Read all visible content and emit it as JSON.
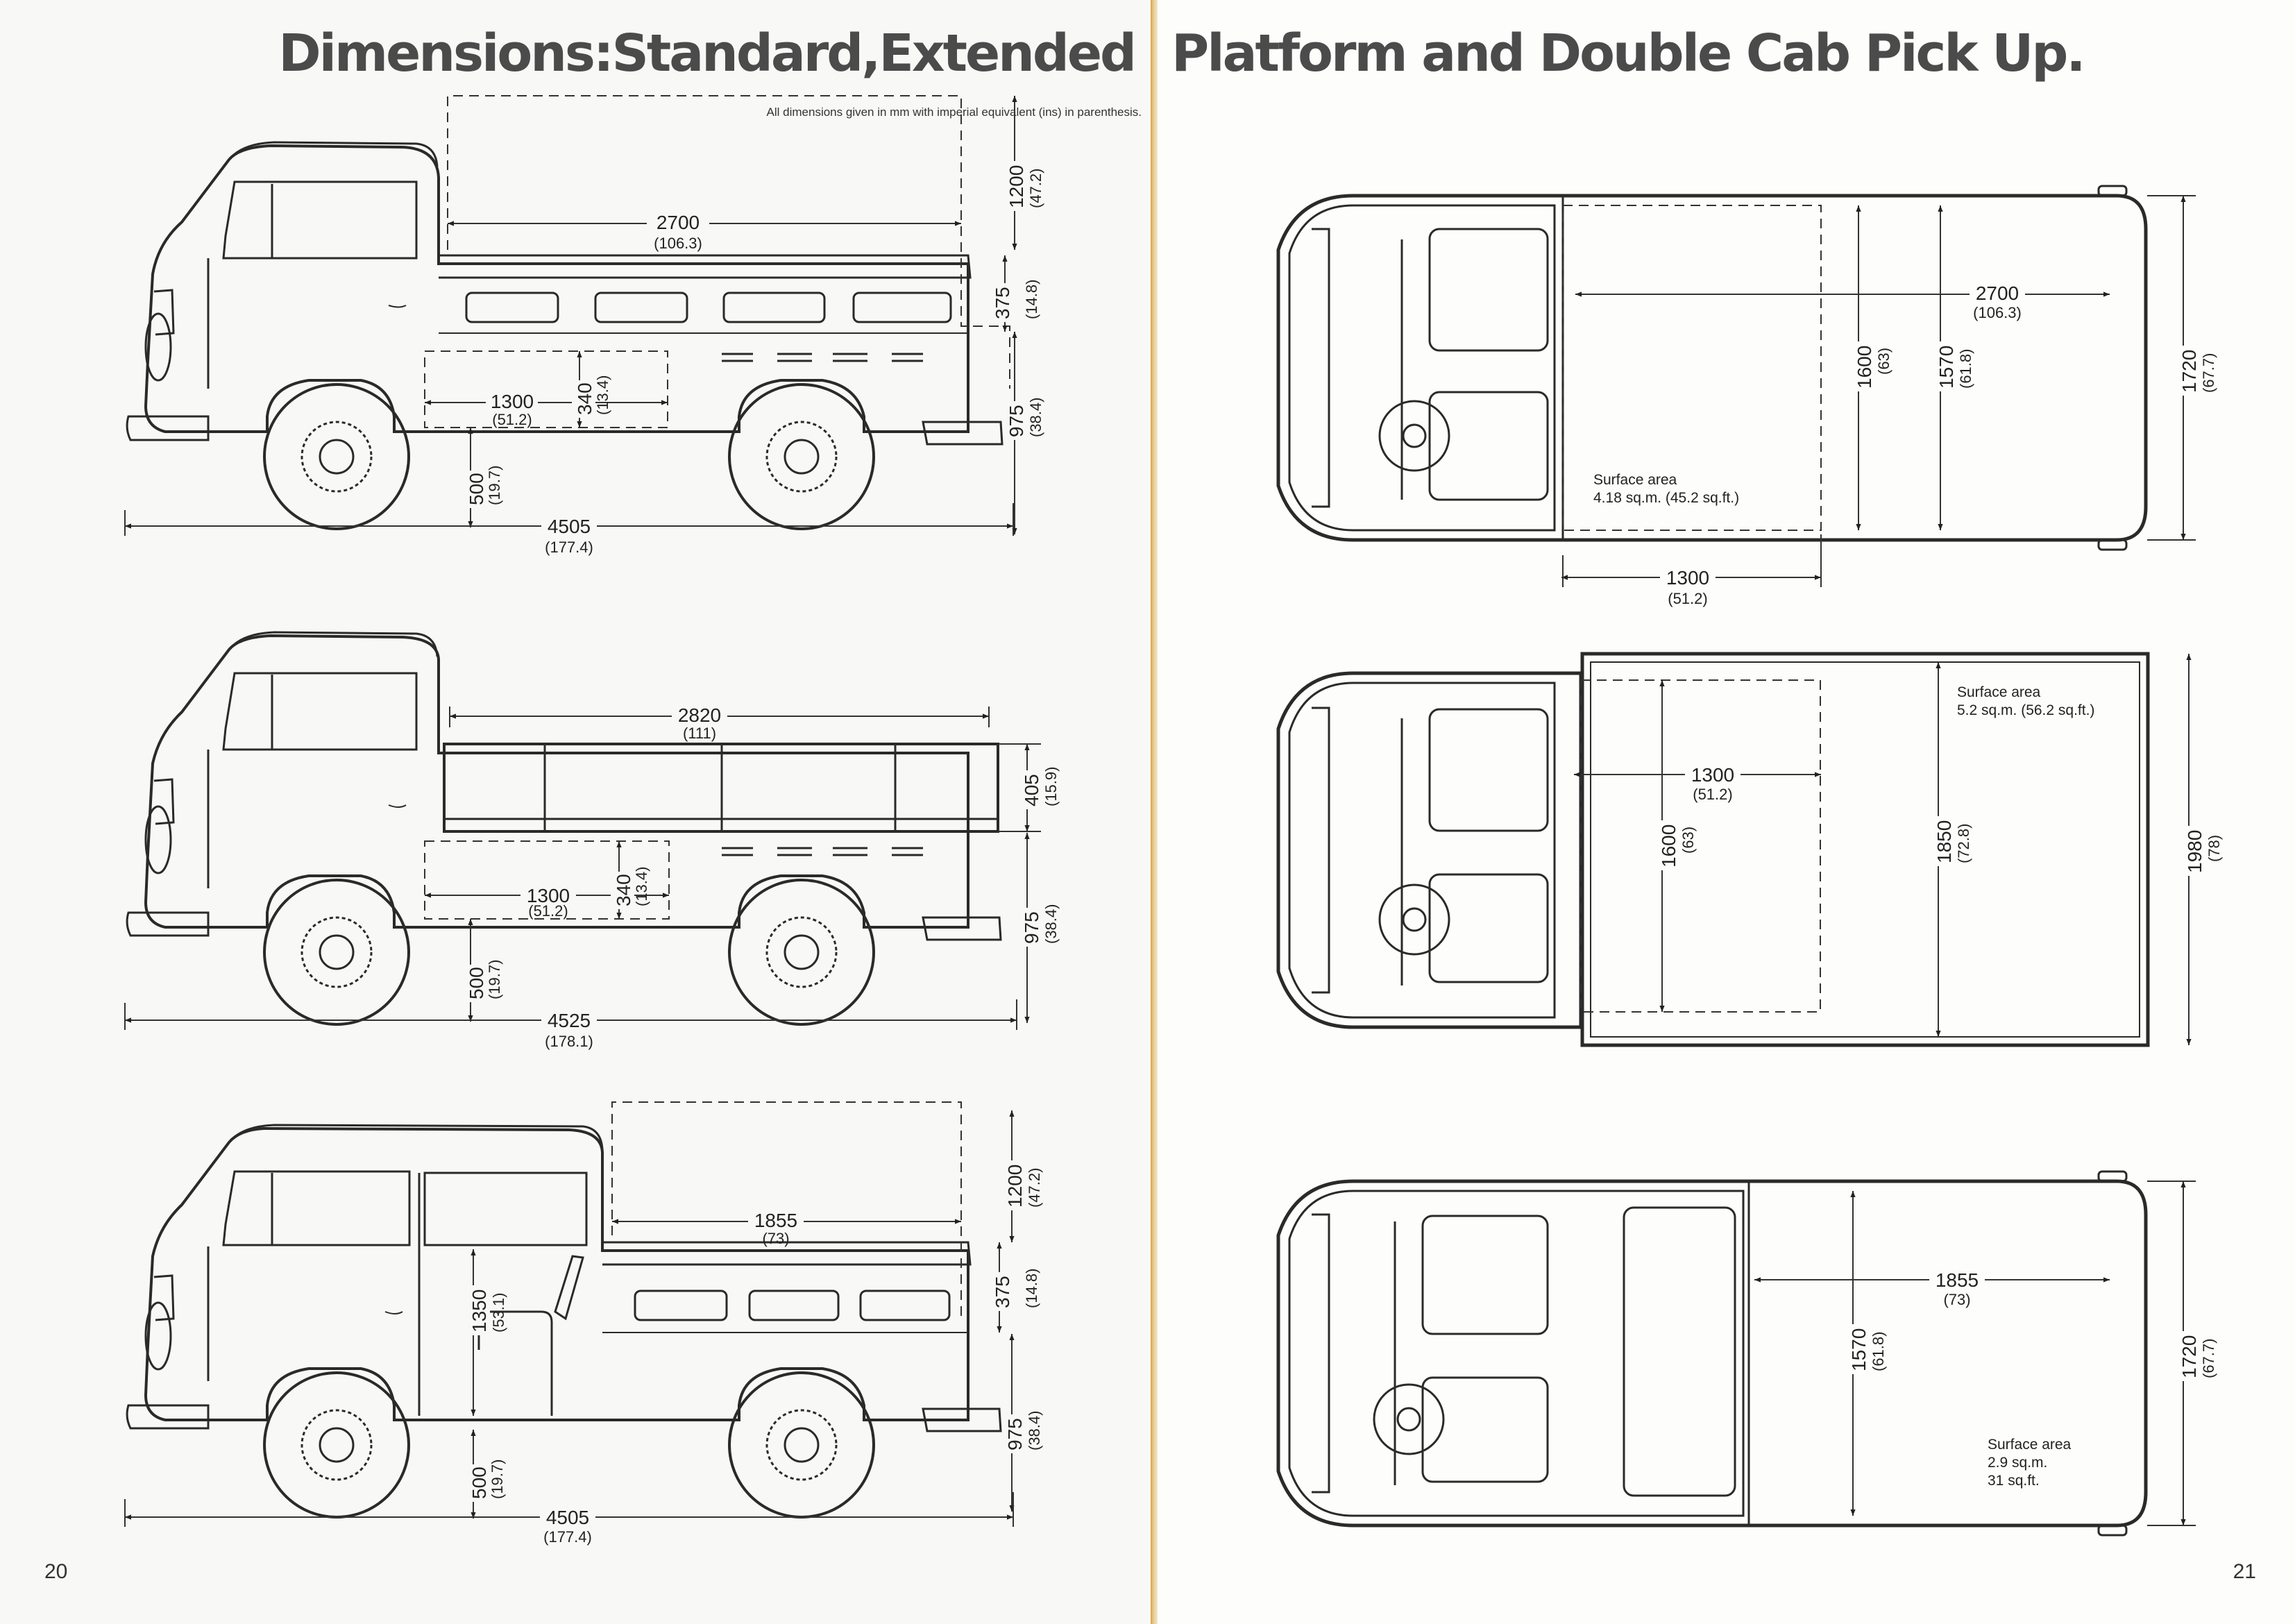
{
  "title_left": "Dimensions:Standard,Extended",
  "title_right": "Platform and Double Cab Pick Up.",
  "note": "All dimensions given in mm with imperial equivalent (ins) in parenthesis.",
  "page_left": "20",
  "page_right": "21",
  "standard_side": {
    "bed_length": "2700",
    "bed_length_in": "(106.3)",
    "load_height": "1200",
    "load_height_in": "(47.2)",
    "side_height": "375",
    "side_height_in": "(14.8)",
    "floor_height": "975",
    "floor_height_in": "(38.4)",
    "locker_length": "1300",
    "locker_length_in": "(51.2)",
    "locker_height": "340",
    "locker_height_in": "(13.4)",
    "clearance": "500",
    "clearance_in": "(19.7)",
    "overall_length": "4505",
    "overall_length_in": "(177.4)"
  },
  "extended_side": {
    "bed_length": "2820",
    "bed_length_in": "(111)",
    "side_height": "405",
    "side_height_in": "(15.9)",
    "floor_height": "975",
    "floor_height_in": "(38.4)",
    "locker_length": "1300",
    "locker_length_in": "(51.2)",
    "locker_height": "340",
    "locker_height_in": "(13.4)",
    "clearance": "500",
    "clearance_in": "(19.7)",
    "overall_length": "4525",
    "overall_length_in": "(178.1)"
  },
  "double_side": {
    "bed_length": "1855",
    "bed_length_in": "(73)",
    "load_height": "1200",
    "load_height_in": "(47.2)",
    "side_height": "375",
    "side_height_in": "(14.8)",
    "floor_height": "975",
    "floor_height_in": "(38.4)",
    "cab_height": "1350",
    "cab_height_in": "(53.1)",
    "clearance": "500",
    "clearance_in": "(19.7)",
    "overall_length": "4505",
    "overall_length_in": "(177.4)"
  },
  "standard_top": {
    "bed_length": "2700",
    "bed_length_in": "(106.3)",
    "locker_length": "1300",
    "locker_length_in": "(51.2)",
    "locker_width": "1600",
    "locker_width_in": "(63)",
    "bed_width": "1570",
    "bed_width_in": "(61.8)",
    "overall_width": "1720",
    "overall_width_in": "(67.7)",
    "surface_label": "Surface area",
    "surface_value": "4.18 sq.m. (45.2 sq.ft.)"
  },
  "extended_top": {
    "locker_length": "1300",
    "locker_length_in": "(51.2)",
    "locker_width": "1600",
    "locker_width_in": "(63)",
    "bed_width": "1850",
    "bed_width_in": "(72.8)",
    "overall_width": "1980",
    "overall_width_in": "(78)",
    "surface_label": "Surface area",
    "surface_value": "5.2 sq.m. (56.2 sq.ft.)"
  },
  "double_top": {
    "bed_length": "1855",
    "bed_length_in": "(73)",
    "bed_width": "1570",
    "bed_width_in": "(61.8)",
    "overall_width": "1720",
    "overall_width_in": "(67.7)",
    "surface_label": "Surface area",
    "surface_value_1": "2.9 sq.m.",
    "surface_value_2": "31 sq.ft."
  }
}
